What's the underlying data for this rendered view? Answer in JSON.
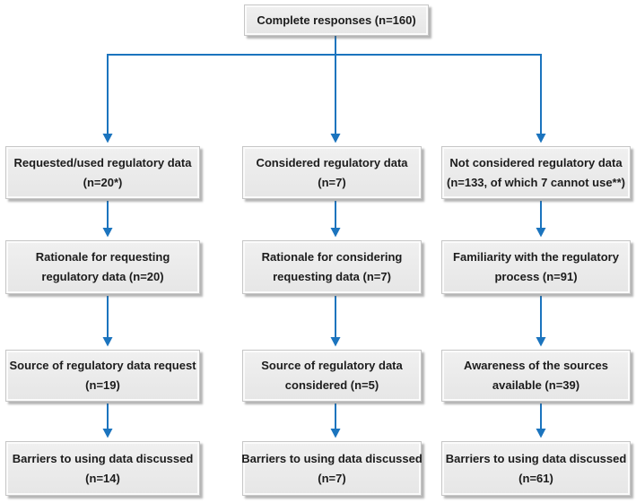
{
  "figure": {
    "type": "flowchart",
    "root": {
      "id": "complete-responses",
      "lines": [
        "Complete responses (n=160)"
      ]
    },
    "columns": [
      {
        "name": "requested-used-regulatory-data",
        "nodes": [
          {
            "id": "requested-used",
            "lines": [
              "Requested/used regulatory data",
              "(n=20*)"
            ]
          },
          {
            "id": "rationale-requesting",
            "lines": [
              "Rationale for requesting",
              "regulatory data (n=20)"
            ]
          },
          {
            "id": "source-request",
            "lines": [
              "Source of regulatory data request",
              "(n=19)"
            ]
          },
          {
            "id": "barriers-1",
            "lines": [
              "Barriers to using data discussed",
              "(n=14)"
            ]
          }
        ]
      },
      {
        "name": "considered-regulatory-data",
        "nodes": [
          {
            "id": "considered",
            "lines": [
              "Considered regulatory data",
              "(n=7)"
            ]
          },
          {
            "id": "rationale-considering",
            "lines": [
              "Rationale for considering",
              "requesting data (n=7)"
            ]
          },
          {
            "id": "source-considered",
            "lines": [
              "Source of regulatory data",
              "considered (n=5)"
            ]
          },
          {
            "id": "barriers-2",
            "lines": [
              "Barriers to using data discussed",
              "(n=7)"
            ]
          }
        ]
      },
      {
        "name": "not-considered-regulatory-data",
        "nodes": [
          {
            "id": "not-considered",
            "lines": [
              "Not considered regulatory data",
              "(n=133, of which 7 cannot use**)"
            ]
          },
          {
            "id": "familiarity",
            "lines": [
              "Familiarity with the regulatory",
              "process (n=91)"
            ]
          },
          {
            "id": "awareness",
            "lines": [
              "Awareness of the sources",
              "available (n=39)"
            ]
          },
          {
            "id": "barriers-3",
            "lines": [
              "Barriers to using data discussed",
              "(n=61)"
            ]
          }
        ]
      }
    ],
    "edges": [
      "complete-responses -> requested-used",
      "complete-responses -> considered",
      "complete-responses -> not-considered",
      "requested-used -> rationale-requesting -> source-request -> barriers-1",
      "considered -> rationale-considering -> source-considered -> barriers-2",
      "not-considered -> familiarity -> awareness -> barriers-3"
    ]
  },
  "colors": {
    "arrow": "#1b74be",
    "box_fill": "#e9e9e9",
    "box_border": "#c6c6c6",
    "text": "#1c1c1c",
    "background": "#ffffff"
  }
}
